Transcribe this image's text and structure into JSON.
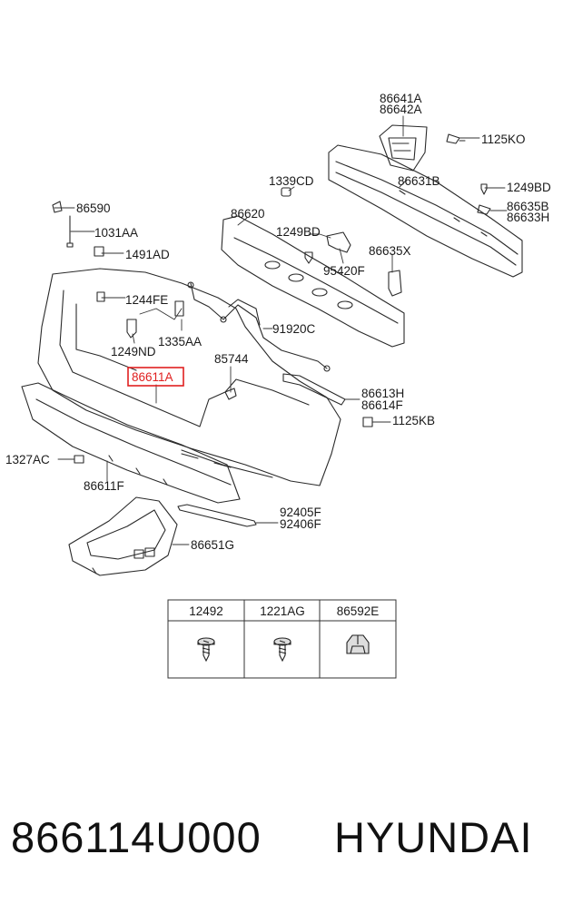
{
  "highlight_color": "#e02020",
  "labels": {
    "p86641A": "86641A",
    "p86642A": "86642A",
    "p1125KO": "1125KO",
    "p1339CD": "1339CD",
    "p86631B": "86631B",
    "p1249BD_r": "1249BD",
    "p86635B": "86635B",
    "p86633H": "86633H",
    "p86590": "86590",
    "p86620": "86620",
    "p1249BD": "1249BD",
    "p86635X": "86635X",
    "p1031AA": "1031AA",
    "p1491AD": "1491AD",
    "p95420F": "95420F",
    "p1244FE": "1244FE",
    "p91920C": "91920C",
    "p1335AA": "1335AA",
    "p1249ND": "1249ND",
    "p85744": "85744",
    "p86611A": "86611A",
    "p86613H": "86613H",
    "p86614F": "86614F",
    "p1125KB": "1125KB",
    "p1327AC": "1327AC",
    "p86611F": "86611F",
    "p92405F": "92405F",
    "p92406F": "92406F",
    "p86651G": "86651G"
  },
  "fastener_table": {
    "headers": [
      "12492",
      "1221AG",
      "86592E"
    ],
    "icons": [
      "screw-icon",
      "screw-icon",
      "clip-icon"
    ]
  },
  "footer": {
    "part_number": "866114U000",
    "brand": "HYUNDAI"
  }
}
